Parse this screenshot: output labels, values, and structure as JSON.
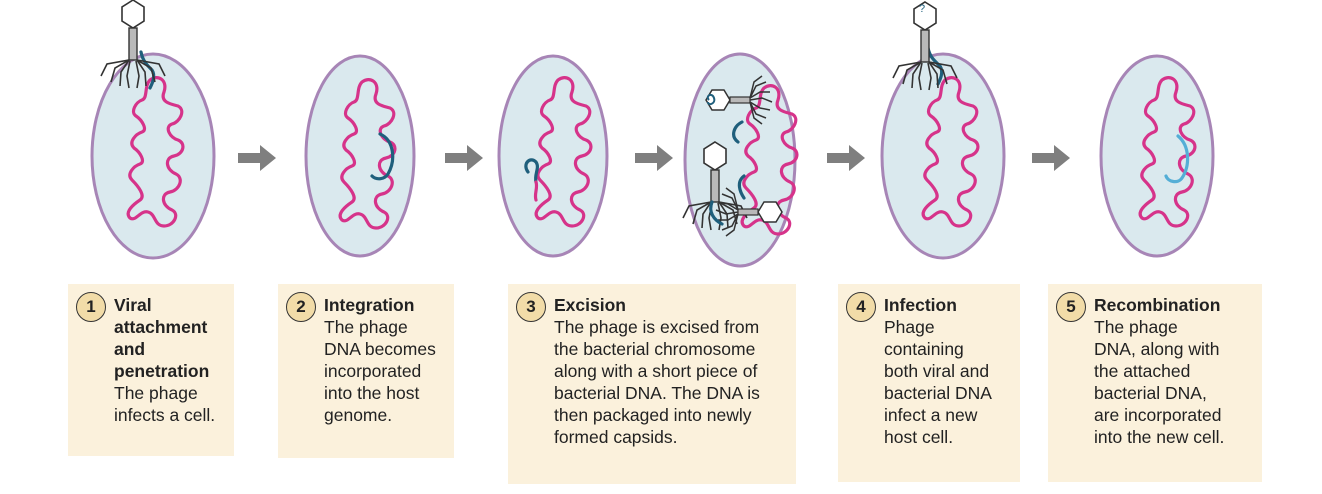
{
  "colors": {
    "cell_fill": "#dae9ee",
    "cell_border": "#a785b6",
    "bacterial_dna": "#d6338a",
    "viral_dna": "#1f5f7c",
    "inserted_dna": "#54aed6",
    "arrow": "#7f7f7f",
    "box_fill": "#fbf1dc",
    "number_circle_fill": "#f2dca8",
    "phage_line": "#333333",
    "phage_tail": "#b9b9b9"
  },
  "icons": [
    "phage-icon",
    "bacterial-cell-icon",
    "bacterial-chromosome-icon",
    "viral-dna-icon",
    "process-arrow-icon",
    "capsid-icon"
  ],
  "steps": [
    {
      "number": "1",
      "title_lines": [
        "Viral",
        "attachment",
        "and",
        "penetration"
      ],
      "desc_lines": [
        "The phage",
        "infects a cell."
      ]
    },
    {
      "number": "2",
      "title_lines": [
        "Integration"
      ],
      "desc_lines": [
        "The phage",
        "DNA becomes",
        "incorporated",
        "into the host",
        "genome."
      ]
    },
    {
      "number": "3",
      "title_lines": [
        "Excision"
      ],
      "desc_lines": [
        "The phage is excised from",
        "the bacterial chromosome",
        "along with a short piece of",
        "bacterial DNA. The DNA is",
        "then packaged into newly",
        "formed capsids."
      ]
    },
    {
      "number": "4",
      "title_lines": [
        "Infection"
      ],
      "desc_lines": [
        "Phage",
        "containing",
        "both viral and",
        "bacterial DNA",
        "infect a new",
        "host cell."
      ]
    },
    {
      "number": "5",
      "title_lines": [
        "Recombination"
      ],
      "desc_lines": [
        "The phage",
        "DNA, along with",
        "the attached",
        "bacterial DNA,",
        "are incorporated",
        "into the new cell."
      ]
    }
  ]
}
